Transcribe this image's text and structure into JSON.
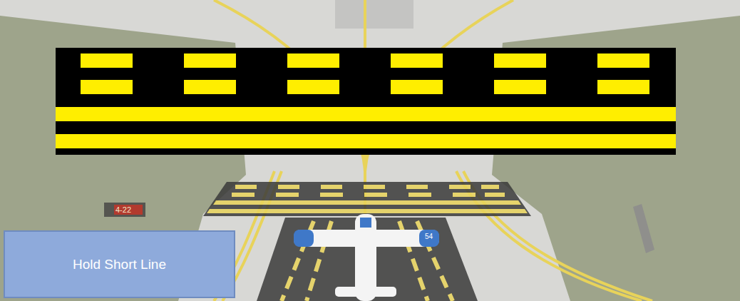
{
  "diagram": {
    "nodes": [
      {
        "text": [
          "Hold Short Line"
        ]
      }
    ],
    "labels": [
      "4-22",
      "54"
    ]
  }
}
